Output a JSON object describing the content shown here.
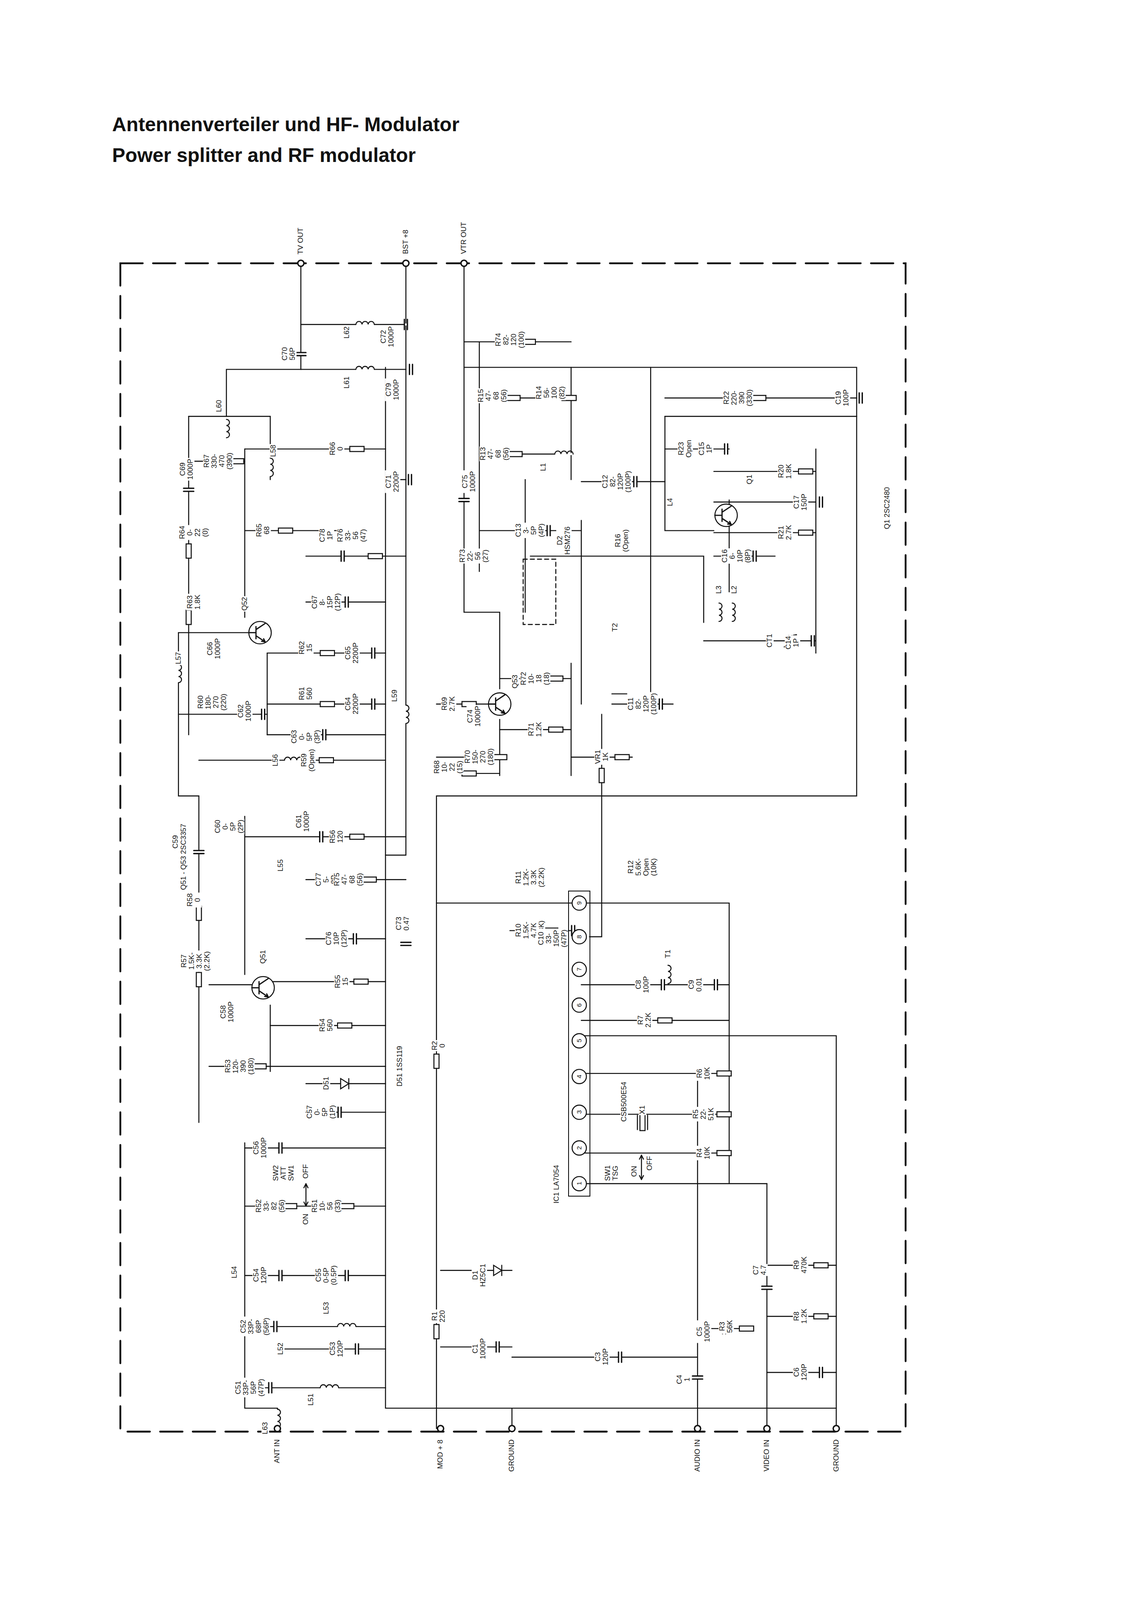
{
  "diagram": {
    "title": "Antennenverteiler und HF- Modulator",
    "nodes": [
      {
        "text": [
          "IC1 LA7054"
        ]
      }
    ],
    "labels": [
      "Power splitter and RF modulator",
      "TV OUT",
      "BST +8",
      "VTR OUT",
      "C70 56P",
      "L62",
      "C72 1000P",
      "L61",
      "C79 1000P",
      "L60",
      "R74 82-120 (100)",
      "R15 47-68 (56)",
      "R14 56-100 (82)",
      "R13 47-68 (56)",
      "L1",
      "R22 220-390 (330)",
      "C19 100P",
      "Q1 2SC2480",
      "C69 1000P",
      "R67 330-470 (390)",
      "L58",
      "R66 0",
      "C71 2200P",
      "C75 1000P",
      "C13 3-5P (4P)",
      "C12 82-120P (100P)",
      "R23 Open",
      "C15 1P",
      "L4",
      "Q1",
      "R20 1.8K",
      "C17 150P",
      "R21 2.7K",
      "C16 6-10P (8P)",
      "R64 0-22 (0)",
      "R65 68",
      "C78 1P",
      "R76 33-56 (47)",
      "D2 HSM276",
      "R16 (Open)",
      "R73 22-56 (27)",
      "R63 1.8K",
      "Q52",
      "C67 8-15P (12P)",
      "C66 1000P",
      "L57",
      "R62 15",
      "C65 2200P",
      "R61 560",
      "C64 2200P",
      "R60 180-270 (220)",
      "C62 1000P",
      "C63 0-5P (3P)",
      "L59",
      "T2",
      "L3",
      "L2",
      "CT1",
      "C14 1P",
      "Q53",
      "R72 10-18 (18)",
      "R69 2.7K",
      "C74 1000P",
      "C11 82-120P (100P)",
      "R71 1.2K",
      "R70 150-270 (180)",
      "R68 10-22 (15)",
      "VR1 1K",
      "L56",
      "R59 (Open)",
      "C59 1000P",
      "C60 0-5P (2P)",
      "C61 1000P",
      "R56 120",
      "L55",
      "Q51 - Q53 2SC3357",
      "C77 5-8P",
      "R75 47-68 (56)",
      "R58 0",
      "C73 0.47",
      "R57 1.5K-3.3K (2.2K)",
      "C76 10P (12P)",
      "Q51",
      "C58 1000P",
      "R55 15",
      "R54 560",
      "R53 120-390 (180)",
      "D51",
      "D51 1SS119",
      "C57 0-5P (1P)",
      "R2 0",
      "R11 1.2K-3.3K (2.2K)",
      "R12 5.6K-Open (10K)",
      "R10 1.5K-4.7K (3.3K)",
      "C10 33-150P (47P)",
      "T1",
      "C8 100P",
      "C9 0.01",
      "R7 2.2K",
      "R6 10K",
      "CSB500E54",
      "X1",
      "R5 22-51K",
      "R4 10K",
      "SW1 TSG",
      "ON",
      "OFF",
      "1",
      "2",
      "3",
      "4",
      "5",
      "6",
      "7",
      "8",
      "9",
      "C56 1000P",
      "SW2 ATT SW1",
      "ON",
      "OFF",
      "R52 33-82 (56)",
      "R51 10-56 (33)",
      "D1 HZ5C1",
      "R1 220",
      "C1 1000P",
      "C3 120P",
      "C5 1000P",
      "R3 56K",
      "C4 1",
      "C7 4.7",
      "R9 470K",
      "R8 1.2K",
      "C6 120P",
      "L54",
      "C54 120P",
      "C55 0-5P (0.5P)",
      "L53",
      "C52 33P-68P (56P)",
      "L52",
      "C53 120P",
      "C51 33P-56P (47P)",
      "L51",
      "L63",
      "ANT IN",
      "MOD + 8",
      "GROUND",
      "AUDIO IN",
      "VIDEO IN",
      "GROUND"
    ]
  }
}
